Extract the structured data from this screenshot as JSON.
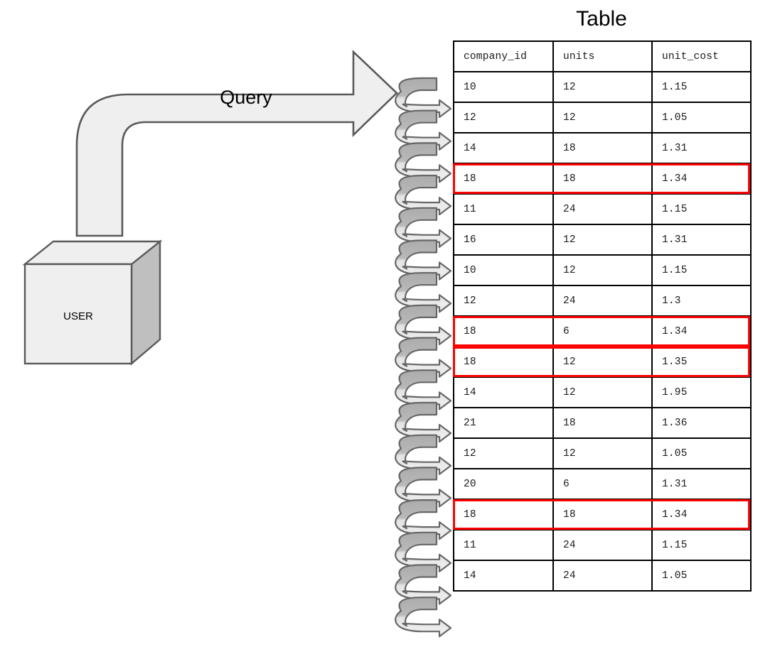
{
  "diagram": {
    "type": "flow-diagram",
    "title_text": "Table",
    "actor": {
      "label": "USER",
      "shape": "3d-cube"
    },
    "arrow": {
      "label": "Query",
      "shape": "curved-block-arrow",
      "direction": "right",
      "fill_color": "#EFEFEF",
      "stroke_color": "#595959"
    },
    "coil": {
      "name": "spiral-scan-arrows",
      "count": 17,
      "fill_top_color": "#B3B3B3",
      "fill_bottom_color": "#EDEDED",
      "stroke_color": "#666666"
    },
    "colors": {
      "highlight": "#FF0000",
      "table_border": "#000000",
      "shape_fill": "#EFEFEF",
      "cube_side": "#BFBFBF",
      "background": "#FFFFFF"
    }
  },
  "table": {
    "title": "Table",
    "columns": [
      "company_id",
      "units",
      "unit_cost"
    ],
    "rows": [
      {
        "company_id": "10",
        "units": "12",
        "unit_cost": "1.15",
        "highlighted": false
      },
      {
        "company_id": "12",
        "units": "12",
        "unit_cost": "1.05",
        "highlighted": false
      },
      {
        "company_id": "14",
        "units": "18",
        "unit_cost": "1.31",
        "highlighted": false
      },
      {
        "company_id": "18",
        "units": "18",
        "unit_cost": "1.34",
        "highlighted": true
      },
      {
        "company_id": "11",
        "units": "24",
        "unit_cost": "1.15",
        "highlighted": false
      },
      {
        "company_id": "16",
        "units": "12",
        "unit_cost": "1.31",
        "highlighted": false
      },
      {
        "company_id": "10",
        "units": "12",
        "unit_cost": "1.15",
        "highlighted": false
      },
      {
        "company_id": "12",
        "units": "24",
        "unit_cost": "1.3",
        "highlighted": false
      },
      {
        "company_id": "18",
        "units": "6",
        "unit_cost": "1.34",
        "highlighted": true
      },
      {
        "company_id": "18",
        "units": "12",
        "unit_cost": "1.35",
        "highlighted": true
      },
      {
        "company_id": "14",
        "units": "12",
        "unit_cost": "1.95",
        "highlighted": false
      },
      {
        "company_id": "21",
        "units": "18",
        "unit_cost": "1.36",
        "highlighted": false
      },
      {
        "company_id": "12",
        "units": "12",
        "unit_cost": "1.05",
        "highlighted": false
      },
      {
        "company_id": "20",
        "units": "6",
        "unit_cost": "1.31",
        "highlighted": false
      },
      {
        "company_id": "18",
        "units": "18",
        "unit_cost": "1.34",
        "highlighted": true
      },
      {
        "company_id": "11",
        "units": "24",
        "unit_cost": "1.15",
        "highlighted": false
      },
      {
        "company_id": "14",
        "units": "24",
        "unit_cost": "1.05",
        "highlighted": false
      }
    ]
  }
}
